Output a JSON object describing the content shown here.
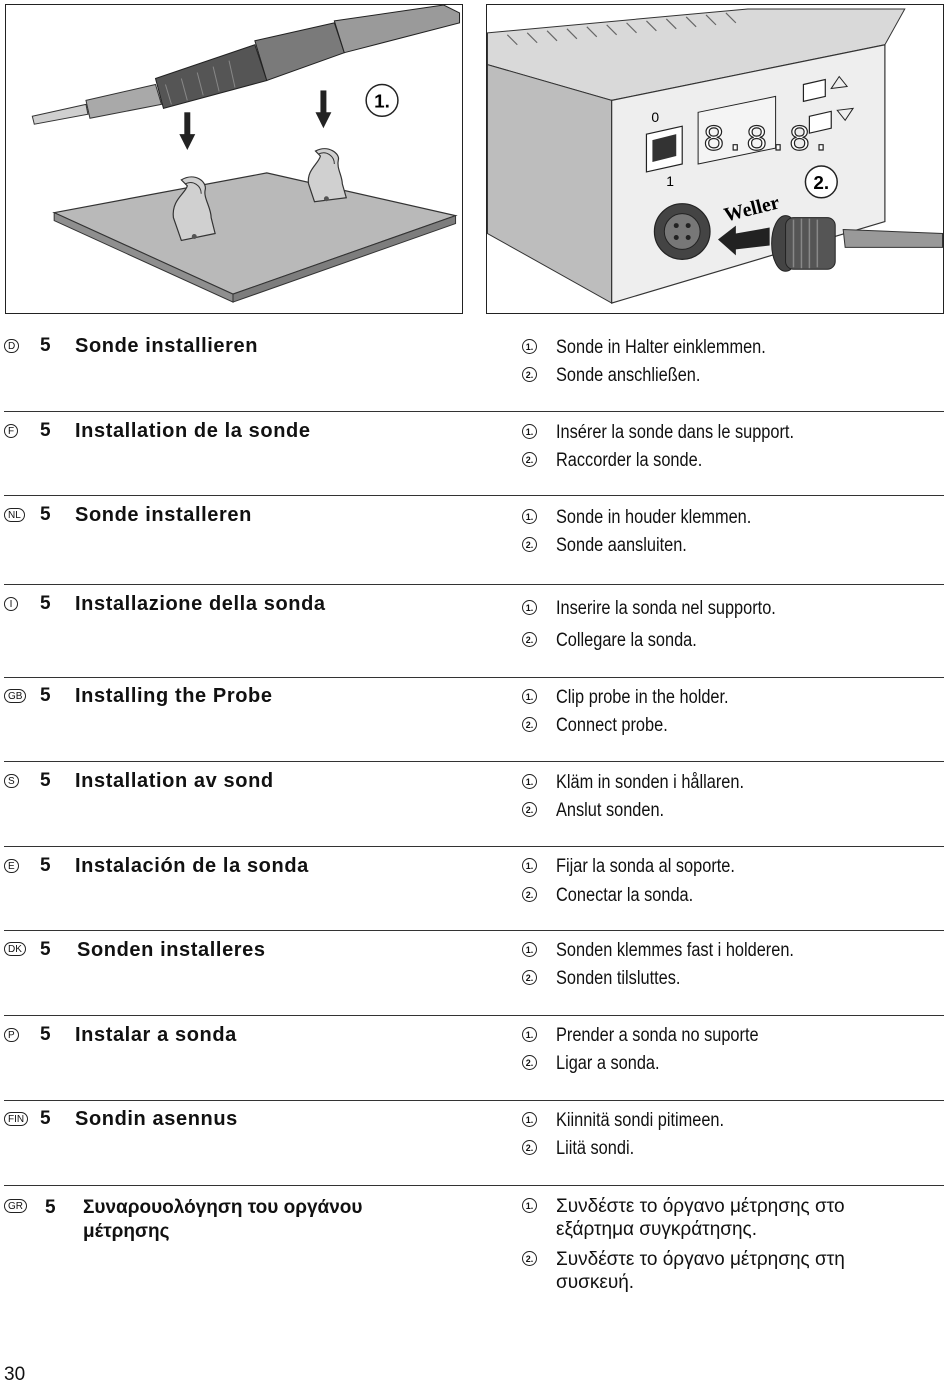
{
  "figures": {
    "fig1_label": "1.",
    "fig2_label": "2.",
    "display_digits": "8.8.8.",
    "switch_on": "0",
    "switch_off": "1",
    "brand": "Weller"
  },
  "sections": [
    {
      "lang": "D",
      "num": "5",
      "title": "Sonde installieren",
      "steps": [
        {
          "n": "1.",
          "text": "Sonde in Halter einklemmen."
        },
        {
          "n": "2.",
          "text": "Sonde anschließen."
        }
      ]
    },
    {
      "lang": "F",
      "num": "5",
      "title": "Installation de la sonde",
      "steps": [
        {
          "n": "1.",
          "text": "Insérer la sonde dans le support."
        },
        {
          "n": "2.",
          "text": "Raccorder la sonde."
        }
      ]
    },
    {
      "lang": "NL",
      "num": "5",
      "title": "Sonde installeren",
      "steps": [
        {
          "n": "1.",
          "text": "Sonde in houder klemmen."
        },
        {
          "n": "2.",
          "text": "Sonde aansluiten."
        }
      ]
    },
    {
      "lang": "I",
      "num": "5",
      "title": "Installazione della sonda",
      "steps": [
        {
          "n": "1.",
          "text": "Inserire la sonda nel supporto."
        },
        {
          "n": "2.",
          "text": "Collegare la sonda."
        }
      ]
    },
    {
      "lang": "GB",
      "num": "5",
      "title": "Installing the Probe",
      "steps": [
        {
          "n": "1.",
          "text": "Clip probe in the holder."
        },
        {
          "n": "2.",
          "text": "Connect probe."
        }
      ]
    },
    {
      "lang": "S",
      "num": "5",
      "title": "Installation av sond",
      "steps": [
        {
          "n": "1.",
          "text": "Kläm in sonden i hållaren."
        },
        {
          "n": "2.",
          "text": "Anslut sonden."
        }
      ]
    },
    {
      "lang": "E",
      "num": "5",
      "title": "Instalación de la sonda",
      "steps": [
        {
          "n": "1.",
          "text": "Fijar la sonda al soporte."
        },
        {
          "n": "2.",
          "text": "Conectar la sonda."
        }
      ]
    },
    {
      "lang": "DK",
      "num": "5",
      "title": "Sonden installeres",
      "steps": [
        {
          "n": "1.",
          "text": "Sonden klemmes fast i holderen."
        },
        {
          "n": "2.",
          "text": "Sonden tilsluttes."
        }
      ]
    },
    {
      "lang": "P",
      "num": "5",
      "title": "Instalar a sonda",
      "steps": [
        {
          "n": "1.",
          "text": "Prender a sonda no suporte"
        },
        {
          "n": "2.",
          "text": "Ligar a sonda."
        }
      ]
    },
    {
      "lang": "FIN",
      "num": "5",
      "title": "Sondin asennus",
      "steps": [
        {
          "n": "1.",
          "text": "Kiinnitä sondi pitimeen."
        },
        {
          "n": "2.",
          "text": "Liitä sondi."
        }
      ]
    },
    {
      "lang": "GR",
      "num": "5",
      "title": "Συναρουολόγηση του οργάνου μέτρησης",
      "steps": [
        {
          "n": "1.",
          "text": "Συνδέστε το όργανο μέτρησης στο εξάρτημα συγκράτησης."
        },
        {
          "n": "2.",
          "text": "Συνδέστε το όργανο μέτρησης στη συσκευή."
        }
      ]
    }
  ],
  "page_number": "30"
}
